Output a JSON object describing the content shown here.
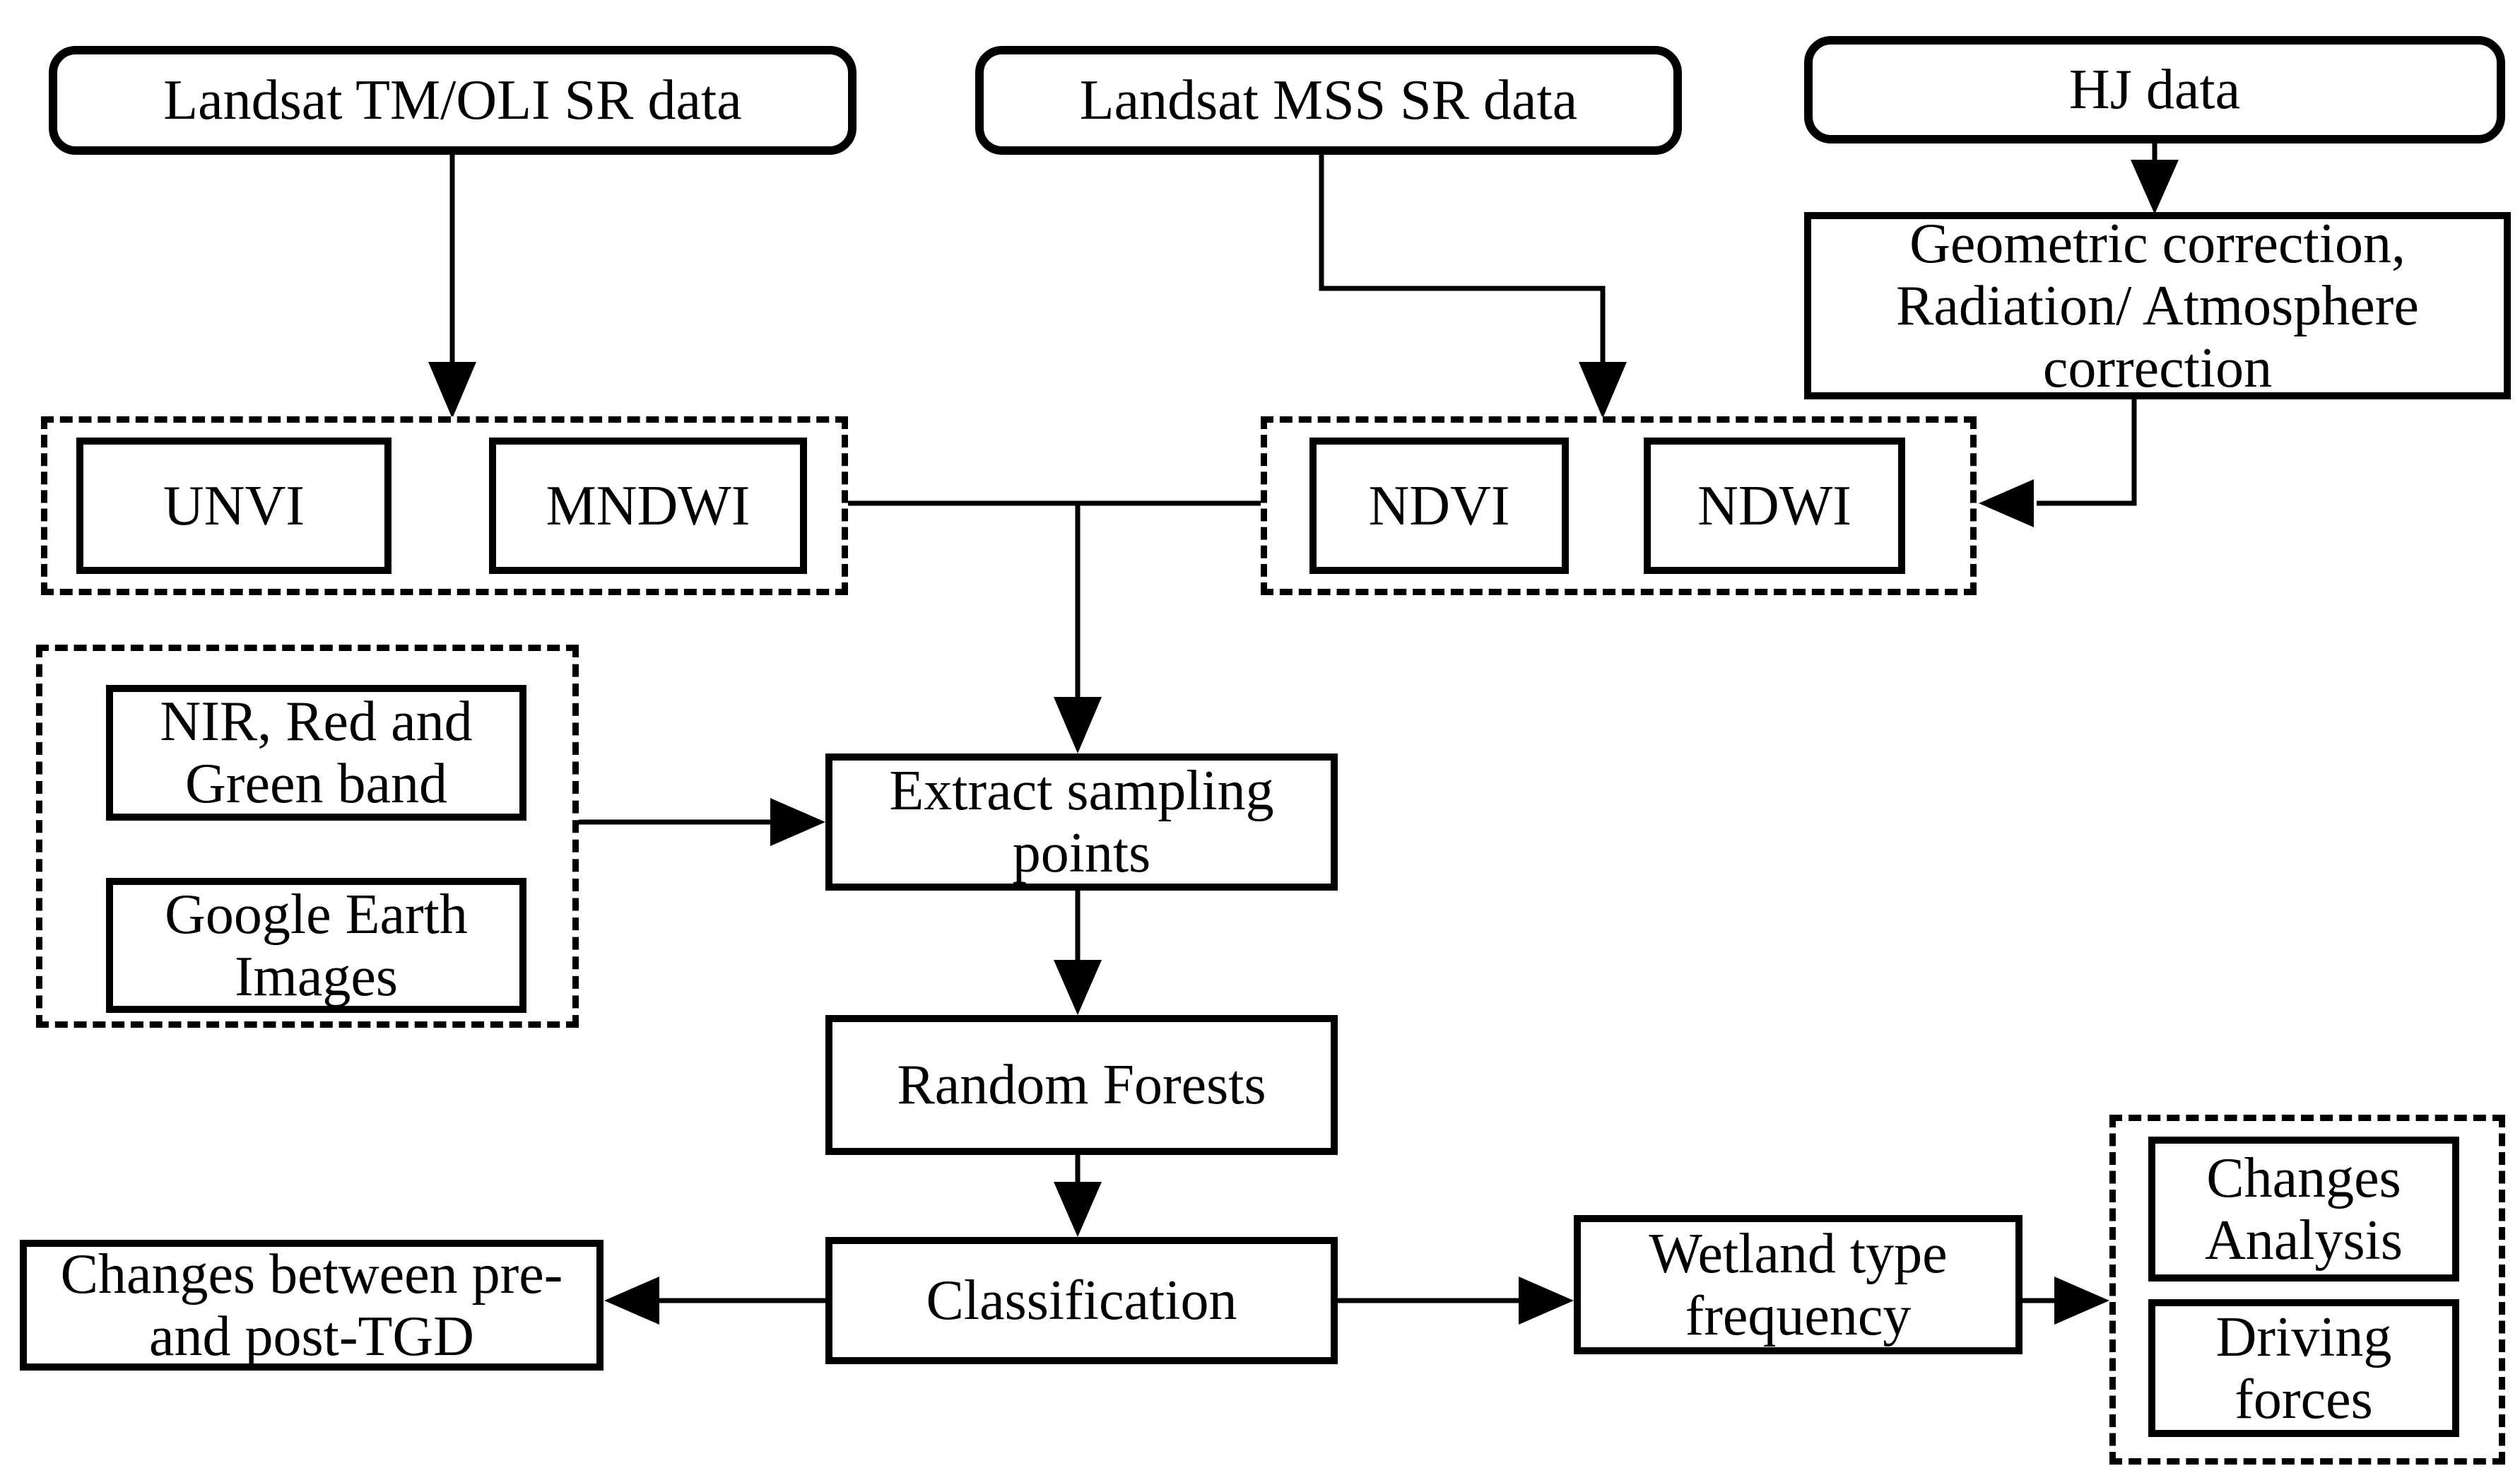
{
  "diagram": {
    "background_color": "#ffffff",
    "line_color": "#000000",
    "nodes": {
      "tm_oli": {
        "label": "Landsat TM/OLI SR data",
        "shape": "rounded"
      },
      "mss": {
        "label": "Landsat MSS SR data",
        "shape": "rounded"
      },
      "hj": {
        "label": "HJ data",
        "shape": "rounded"
      },
      "correction": {
        "label": "Geometric correction, Radiation/ Atmosphere correction",
        "shape": "rect"
      },
      "unvi": {
        "label": "UNVI",
        "shape": "rect"
      },
      "mndwi": {
        "label": "MNDWI",
        "shape": "rect"
      },
      "ndvi": {
        "label": "NDVI",
        "shape": "rect"
      },
      "ndwi": {
        "label": "NDWI",
        "shape": "rect"
      },
      "nir_band": {
        "label": "NIR, Red and Green band",
        "shape": "rect"
      },
      "google_earth": {
        "label": "Google Earth Images",
        "shape": "rect"
      },
      "extract": {
        "label": "Extract sampling points",
        "shape": "rect"
      },
      "random_forests": {
        "label": "Random Forests",
        "shape": "rect"
      },
      "classification": {
        "label": "Classification",
        "shape": "rect"
      },
      "tgd_changes": {
        "label": "Changes between pre- and post-TGD",
        "shape": "rect"
      },
      "wetland_freq": {
        "label": "Wetland type frequency",
        "shape": "rect"
      },
      "changes_analysis": {
        "label": "Changes Analysis",
        "shape": "rect"
      },
      "driving_forces": {
        "label": "Driving forces",
        "shape": "rect"
      }
    },
    "edges": [
      {
        "from": "tm_oli",
        "to": "indices-group-left"
      },
      {
        "from": "mss",
        "to": "indices-group-right"
      },
      {
        "from": "hj",
        "to": "correction"
      },
      {
        "from": "correction",
        "to": "indices-group-right"
      },
      {
        "from": "indices-groups",
        "to": "extract"
      },
      {
        "from": "sample-group",
        "to": "extract"
      },
      {
        "from": "extract",
        "to": "random_forests"
      },
      {
        "from": "random_forests",
        "to": "classification"
      },
      {
        "from": "classification",
        "to": "tgd_changes"
      },
      {
        "from": "classification",
        "to": "wetland_freq"
      },
      {
        "from": "wetland_freq",
        "to": "results-group"
      }
    ]
  }
}
